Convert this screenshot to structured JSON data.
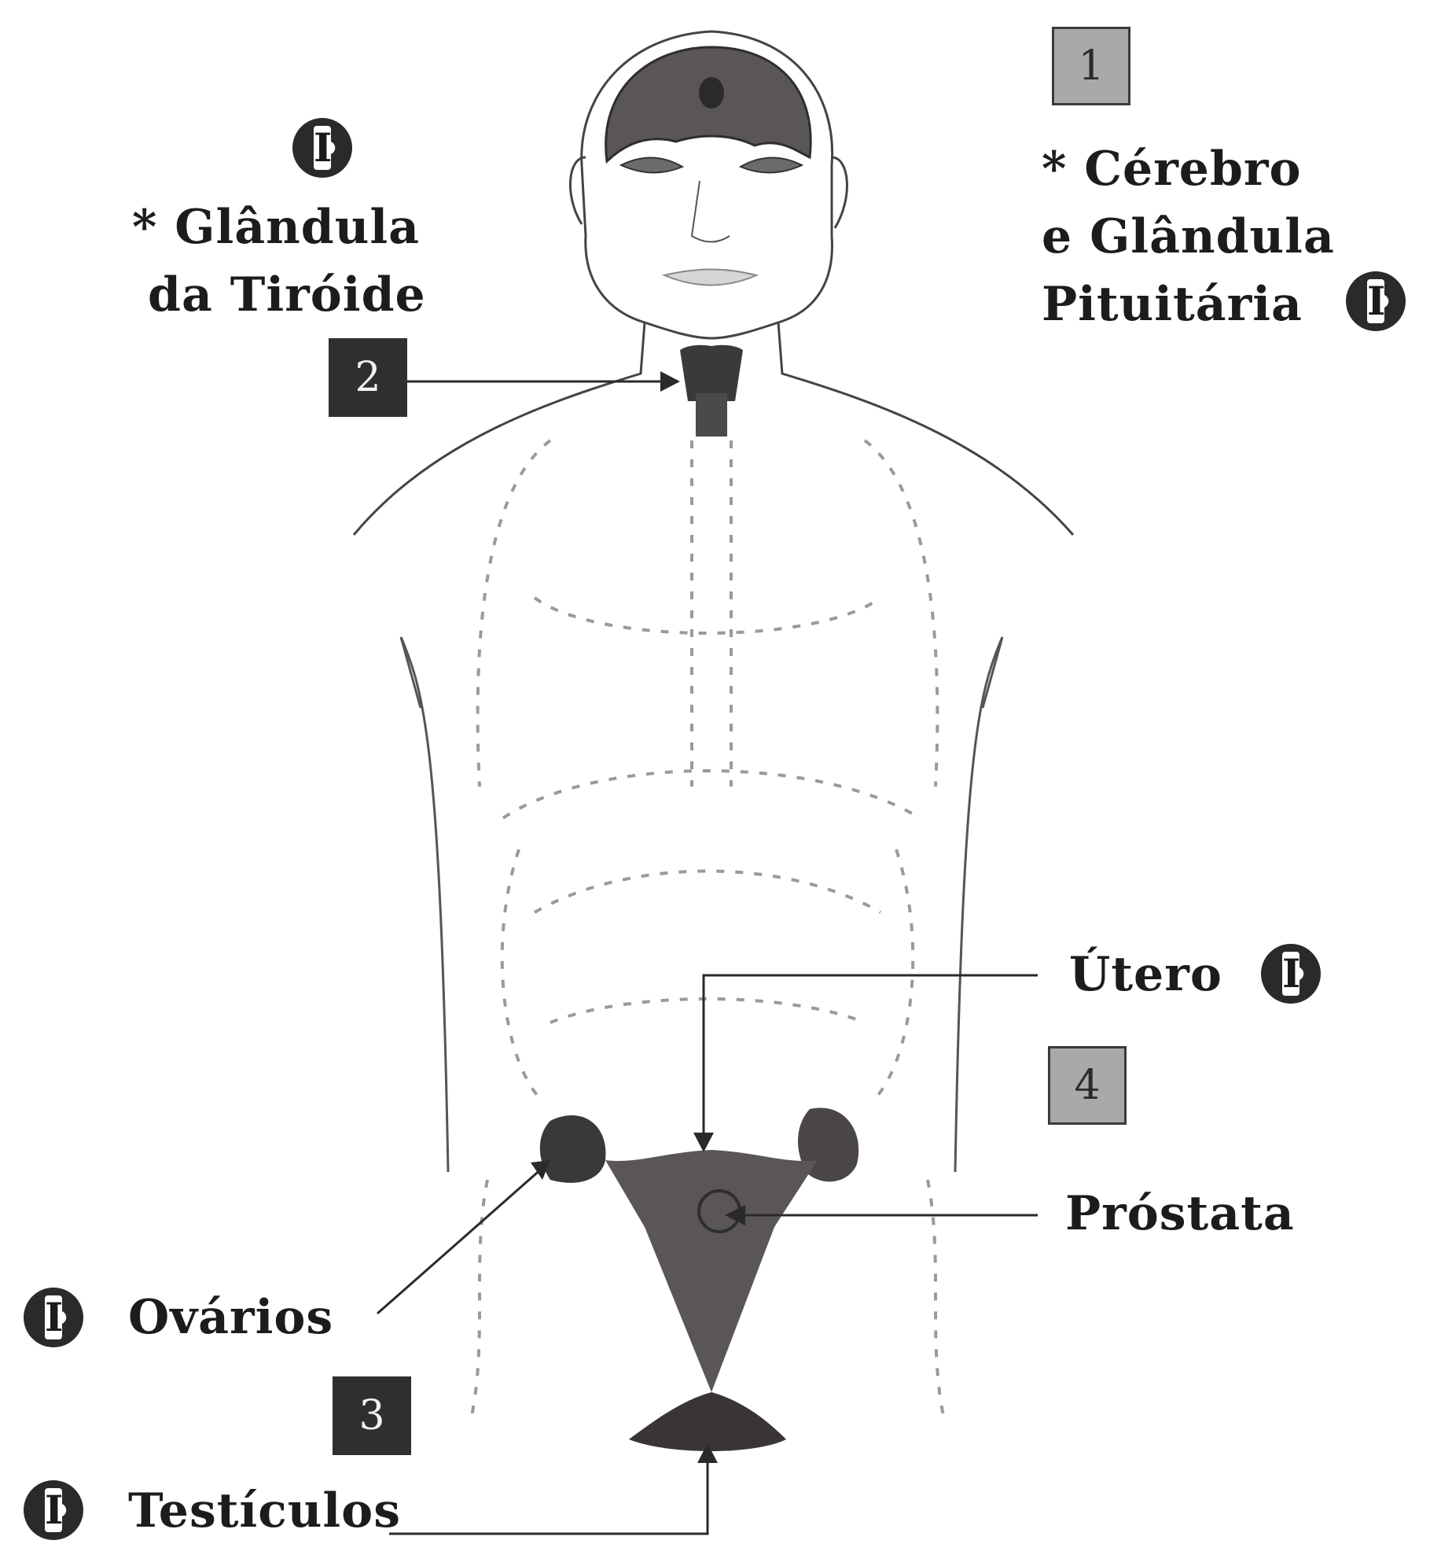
{
  "labels": {
    "cerebro_line1": "* Cérebro",
    "cerebro_line2": "e Glândula",
    "cerebro_line3": "Pituitária",
    "tiroide_line1": "* Glândula",
    "tiroide_line2": "da Tiróide",
    "utero": "Útero",
    "prostata": "Próstata",
    "ovarios": "Ovários",
    "testiculos": "Testículos"
  },
  "boxes": {
    "box1": "1",
    "box2": "2",
    "box3": "3",
    "box4": "4"
  },
  "badges": {
    "badge_symbol": "I"
  },
  "colors": {
    "dark_fill": "#2f2f2f",
    "mid_fill": "#5a5556",
    "light_box": "#a9a9a9",
    "line": "#3a3a3a"
  }
}
